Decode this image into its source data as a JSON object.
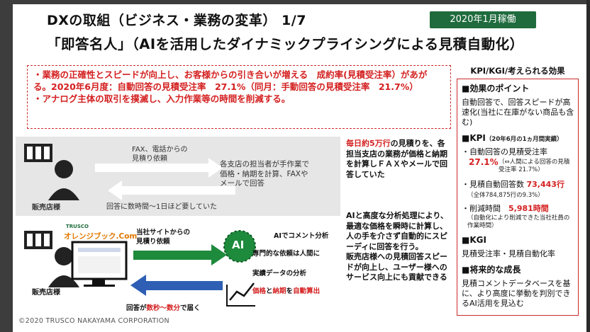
{
  "title": {
    "line1": "DXの取組（ビジネス・業務の変革） 1/7",
    "line2": "「即答名人」（AIを活用したダイナミックプライシングによる見積自動化）"
  },
  "badge": "2020年1月稼働",
  "summary": [
    "・業務の正確性とスピードが向上し、お客様からの引き合いが増える　成約率(見積受注率）があがる。2020年6月度：自動回答の見積受注率　27.1%（同月：手動回答の見積受注率　21.7%）",
    "・アナログ主体の取引を撲滅し、入力作業等の時間を削減する。"
  ],
  "flow_old": {
    "store_label": "販売店様",
    "req": "FAX、電話からの\n見積り依頼",
    "desc": "各支店の担当者が手作業で\n価格・納期を計算、FAXや\nメールで回答",
    "reply": "回答に数時間～1日ほど要していた"
  },
  "flow_new": {
    "logo_small": "TRUSCO",
    "logo": "オレンジブック.Com",
    "store_label": "販売店様",
    "req": "当社サイトからの\n見積り依頼",
    "ai_label": "AI",
    "ai_comment": "AIでコメント分析",
    "specialist": "専門的な依頼は人間に",
    "actual": "実績データの分析",
    "auto": {
      "a": "価格",
      "b": "と",
      "c": "納期",
      "d": "を",
      "e": "自動算出"
    },
    "reply": {
      "a": "回答が",
      "b": "数秒～数分",
      "c": "で届く"
    }
  },
  "middle_note": {
    "red": "毎日約5万行",
    "rest": "の見積りを、各担当支店の業務が価格と納期を計算しＦＡＸやメールで回答していた",
    "p2": "AIと高度な分析処理により、最適な価格を瞬時に計算し、人の手を介さず自動的にスピーディに回答を行う。\n販売店様への見積回答スピードが向上し、ユーザー様へのサービス向上にも貢献できる"
  },
  "kpi": {
    "header": "KPI/KGI/考えられる効果",
    "s1": "■効果のポイント",
    "s1_body": "自動回答で、回答スピードが高速化(当社に在庫がない商品も含む)",
    "s2": "■KPI",
    "s2_small": "（20年6月の1ヵ月間実績）",
    "k1": "・自動回答の見積受注率",
    "k1_val": "27.1%",
    "k1_note": "（⇔人間による回答の見積受注率 21.7%）",
    "k2": "・見積自動回答数",
    "k2_val": "73,443行",
    "k2_note": "（全体784,875行の9.3%）",
    "k3": "・削減時間",
    "k3_val": "5,981時間",
    "k3_note": "（自動化により削減できた当社社員の作業時間）",
    "s3": "■KGI",
    "s3_body": "見積受注率・見積自動化率",
    "s4": "■将来的な成長",
    "s4_body": "見積コメントデータベースを基に、より高度に挙動を判別できるAI活用を見込む"
  },
  "footer": "©2020 TRUSCO NAKAYAMA CORPORATION",
  "colors": {
    "accent_green": "#1f6b3d",
    "accent_red": "#d42020",
    "arrow_green": "#1e8a3c",
    "arrow_blue": "#2e5fb5"
  }
}
